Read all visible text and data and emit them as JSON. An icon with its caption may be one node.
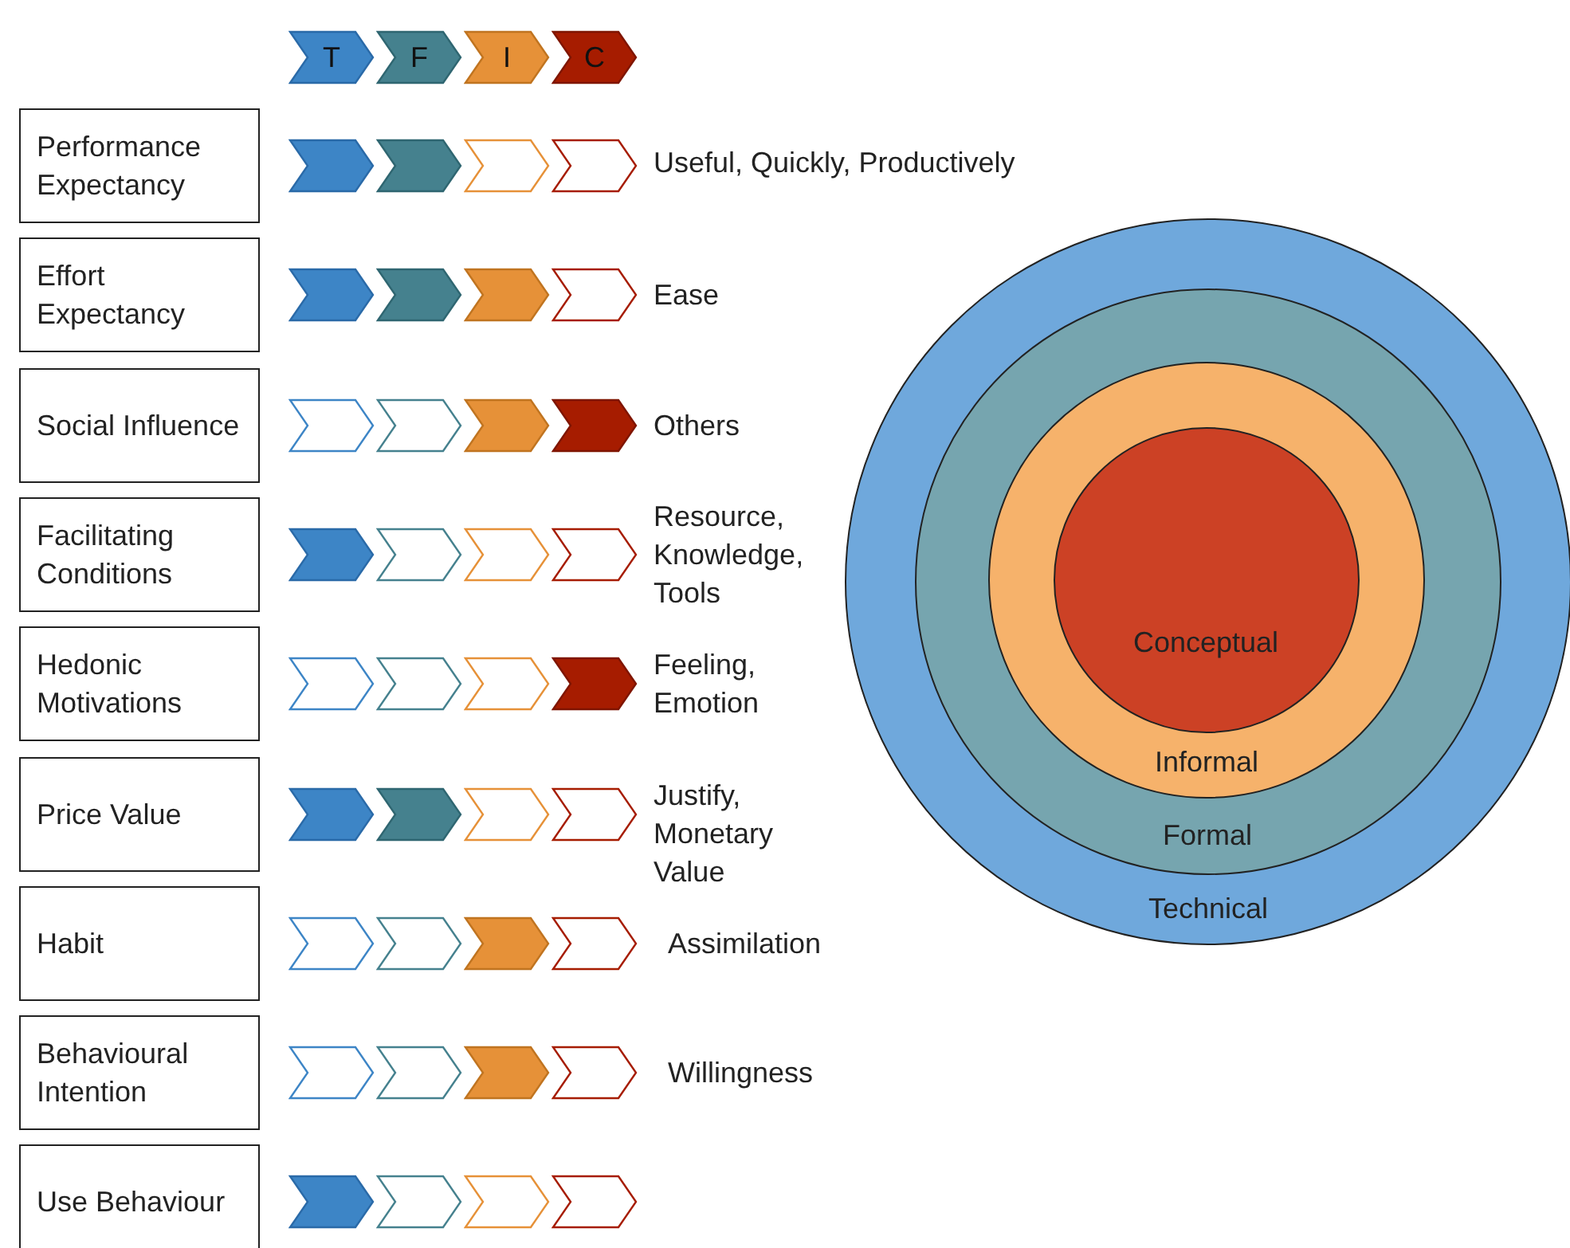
{
  "diagram": {
    "nodes": [
      {
        "text": [
          "T"
        ]
      },
      {
        "text": [
          "F"
        ]
      },
      {
        "text": [
          "I"
        ]
      },
      {
        "text": [
          "C"
        ]
      },
      {
        "text": [
          "Performance Expectancy"
        ]
      },
      {
        "text": [],
        "shape": "chevron"
      },
      {
        "text": [],
        "shape": "chevron"
      },
      {
        "text": [],
        "shape": "chevron"
      },
      {
        "text": [],
        "shape": "chevron",
        "beside": [
          "Useful, Quickly, Productively"
        ]
      },
      {
        "text": [
          "Effort Expectancy"
        ]
      },
      {
        "text": [],
        "shape": "chevron"
      },
      {
        "text": [],
        "shape": "chevron"
      },
      {
        "text": [],
        "shape": "chevron"
      },
      {
        "text": [],
        "shape": "chevron",
        "beside": [
          "Ease"
        ]
      },
      {
        "text": [
          "Social Influence"
        ]
      },
      {
        "text": [],
        "shape": "chevron"
      },
      {
        "text": [],
        "shape": "chevron"
      },
      {
        "text": [],
        "shape": "chevron"
      },
      {
        "text": [],
        "shape": "chevron",
        "beside": [
          "Others"
        ]
      },
      {
        "text": [
          "Facilitating Conditions"
        ]
      },
      {
        "text": [],
        "shape": "chevron"
      },
      {
        "text": [],
        "shape": "chevron"
      },
      {
        "text": [],
        "shape": "chevron"
      },
      {
        "text": [],
        "shape": "chevron",
        "beside": [
          "Resource, Knowledge, Tools"
        ]
      },
      {
        "text": [
          "Hedonic Motivations"
        ]
      },
      {
        "text": [],
        "shape": "chevron"
      },
      {
        "text": [],
        "shape": "chevron"
      },
      {
        "text": [],
        "shape": "chevron"
      },
      {
        "text": [],
        "shape": "chevron",
        "beside": [
          "Feeling, Emotion"
        ]
      },
      {
        "text": [
          "Price Value"
        ]
      },
      {
        "text": [],
        "shape": "chevron"
      },
      {
        "text": [],
        "shape": "chevron"
      },
      {
        "text": [],
        "shape": "chevron"
      },
      {
        "text": [],
        "shape": "chevron",
        "beside": [
          "Justify, Monetary Value"
        ]
      },
      {
        "text": [
          "Habit"
        ]
      },
      {
        "text": [],
        "shape": "chevron"
      },
      {
        "text": [],
        "shape": "chevron"
      },
      {
        "text": [],
        "shape": "chevron"
      },
      {
        "text": [],
        "shape": "chevron",
        "beside": [
          "Assimilation"
        ]
      },
      {
        "text": [
          "Behavioural Intention"
        ]
      },
      {
        "text": [],
        "shape": "chevron"
      },
      {
        "text": [],
        "shape": "chevron"
      },
      {
        "text": [],
        "shape": "chevron"
      },
      {
        "text": [],
        "shape": "chevron",
        "beside": [
          "Willingness"
        ]
      },
      {
        "text": [
          "Use Behaviour"
        ]
      },
      {
        "text": [],
        "shape": "chevron"
      },
      {
        "text": [],
        "shape": "chevron"
      },
      {
        "text": [],
        "shape": "chevron"
      },
      {
        "text": [],
        "shape": "chevron"
      },
      {
        "text": [
          "Technical"
        ]
      },
      {
        "text": [
          "Formal"
        ],
        "in": 49
      },
      {
        "text": [
          "Informal"
        ],
        "in": 50
      },
      {
        "text": [
          "Conceptual"
        ],
        "in": 51
      }
    ],
    "edges": []
  }
}
